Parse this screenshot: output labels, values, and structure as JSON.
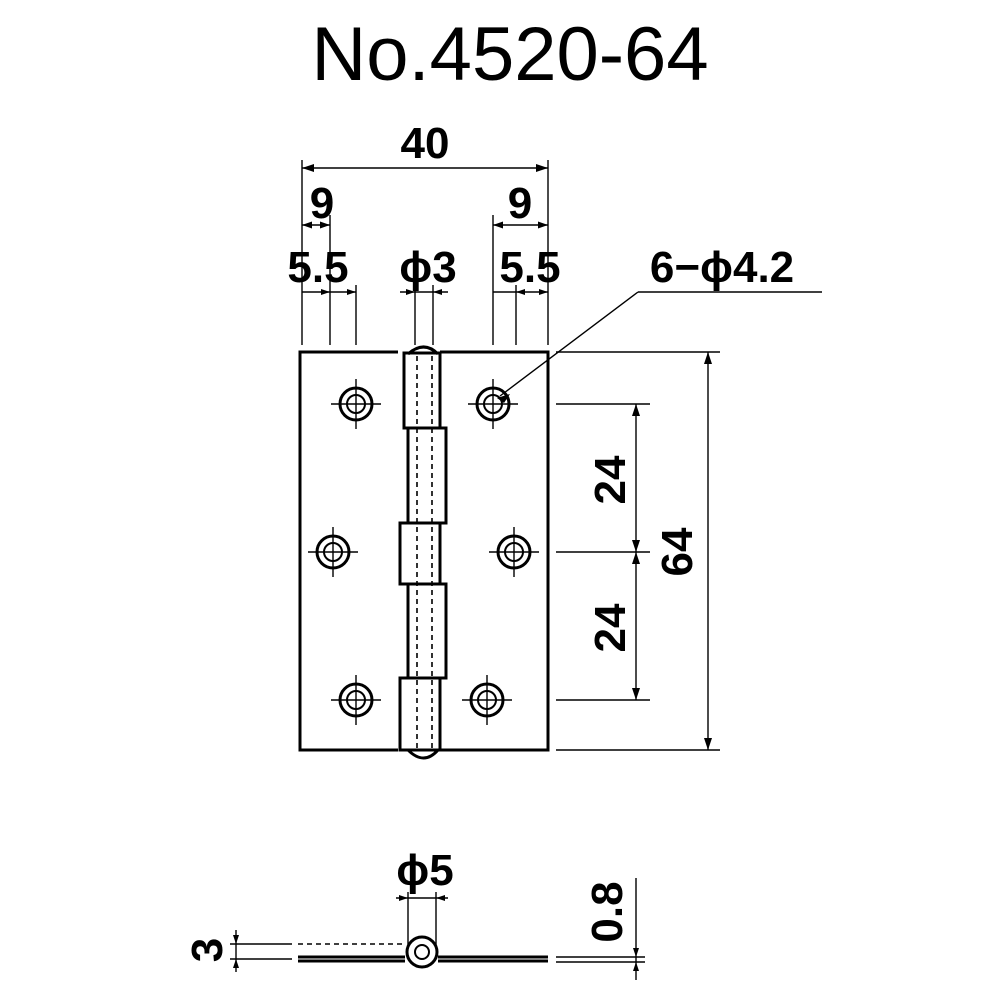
{
  "title": "No.4520-64",
  "dimensions": {
    "overall_width": "40",
    "left_edge_to_hole": "9",
    "right_edge_to_hole": "9",
    "left_offset": "5.5",
    "right_offset": "5.5",
    "pin_diameter": "ϕ3",
    "hole_spec": "6−ϕ4.2",
    "hole_pitch_upper": "24",
    "hole_pitch_lower": "24",
    "overall_height": "64",
    "knuckle_diameter": "ϕ5",
    "thickness": "0.8",
    "open_height": "3"
  },
  "colors": {
    "line": "#000000",
    "background": "#ffffff"
  }
}
